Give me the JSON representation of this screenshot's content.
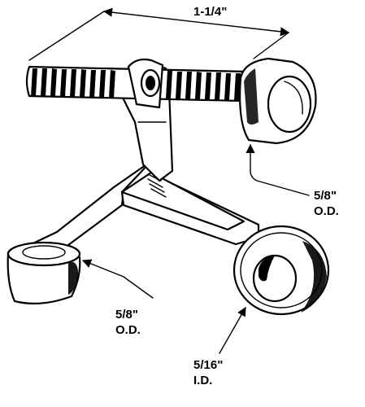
{
  "dimensions": {
    "overall_width": "1-1/4\"",
    "top_bumper": {
      "size": "5/8\"",
      "type": "O.D."
    },
    "bottom_bumper": {
      "size": "5/8\"",
      "type": "O.D."
    },
    "hinge_hole": {
      "size": "5/16\"",
      "type": "I.D."
    }
  }
}
